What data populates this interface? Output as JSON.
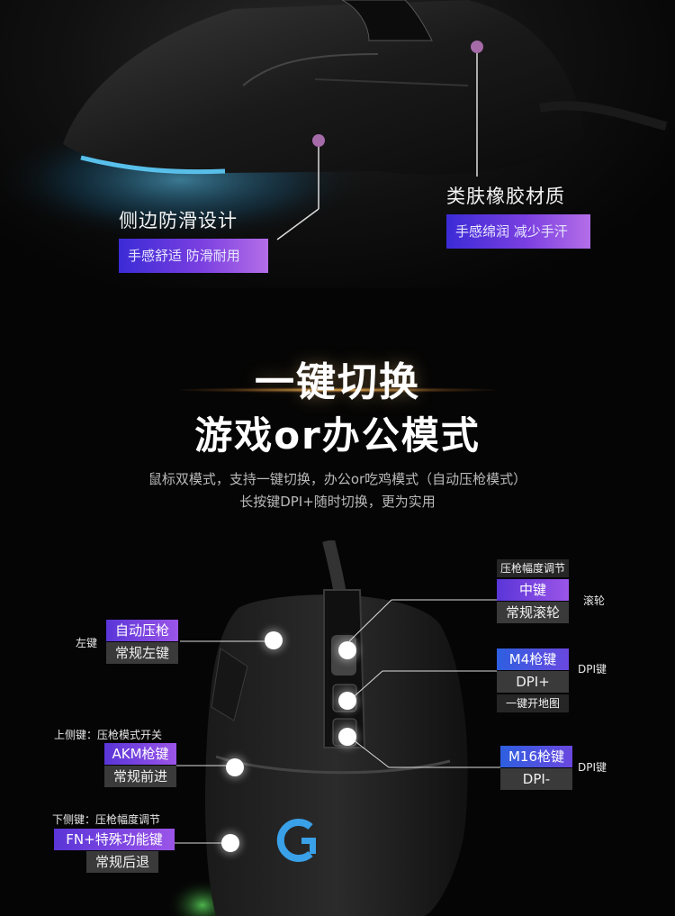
{
  "top": {
    "left_feature": {
      "title": "侧边防滑设计",
      "tag": "手感舒适 防滑耐用"
    },
    "right_feature": {
      "title": "类肤橡胶材质",
      "tag": "手感绵润 减少手汗"
    }
  },
  "headline": {
    "line1": "一键切换",
    "line2": "游戏or办公模式",
    "sub1": "鼠标双模式，支持一键切换，办公or吃鸡模式（自动压枪模式）",
    "sub2": "长按键DPI+随时切换，更为实用"
  },
  "buttons": {
    "left": {
      "side_label": "左键",
      "game": "自动压枪",
      "normal": "常规左键"
    },
    "upper_side": {
      "side_label": "上侧键：压枪模式开关",
      "game": "AKM枪键",
      "normal": "常规前进"
    },
    "lower_side": {
      "side_label": "下侧键：压枪幅度调节",
      "game": "FN+特殊功能键",
      "normal": "常规后退"
    },
    "wheel": {
      "top_label": "压枪幅度调节",
      "game": "中键",
      "normal": "常规滚轮",
      "side_label": "滚轮"
    },
    "dpi_up": {
      "game": "M4枪键",
      "normal": "DPI+",
      "extra": "一键开地图",
      "side_label": "DPI键"
    },
    "dpi_down": {
      "game": "M16枪键",
      "normal": "DPI-",
      "side_label": "DPI键"
    }
  },
  "colors": {
    "purple": "#7a3fe0",
    "blue": "#2e5fe0",
    "gray": "#3a3a3a",
    "logo": "#3aa0e8"
  }
}
